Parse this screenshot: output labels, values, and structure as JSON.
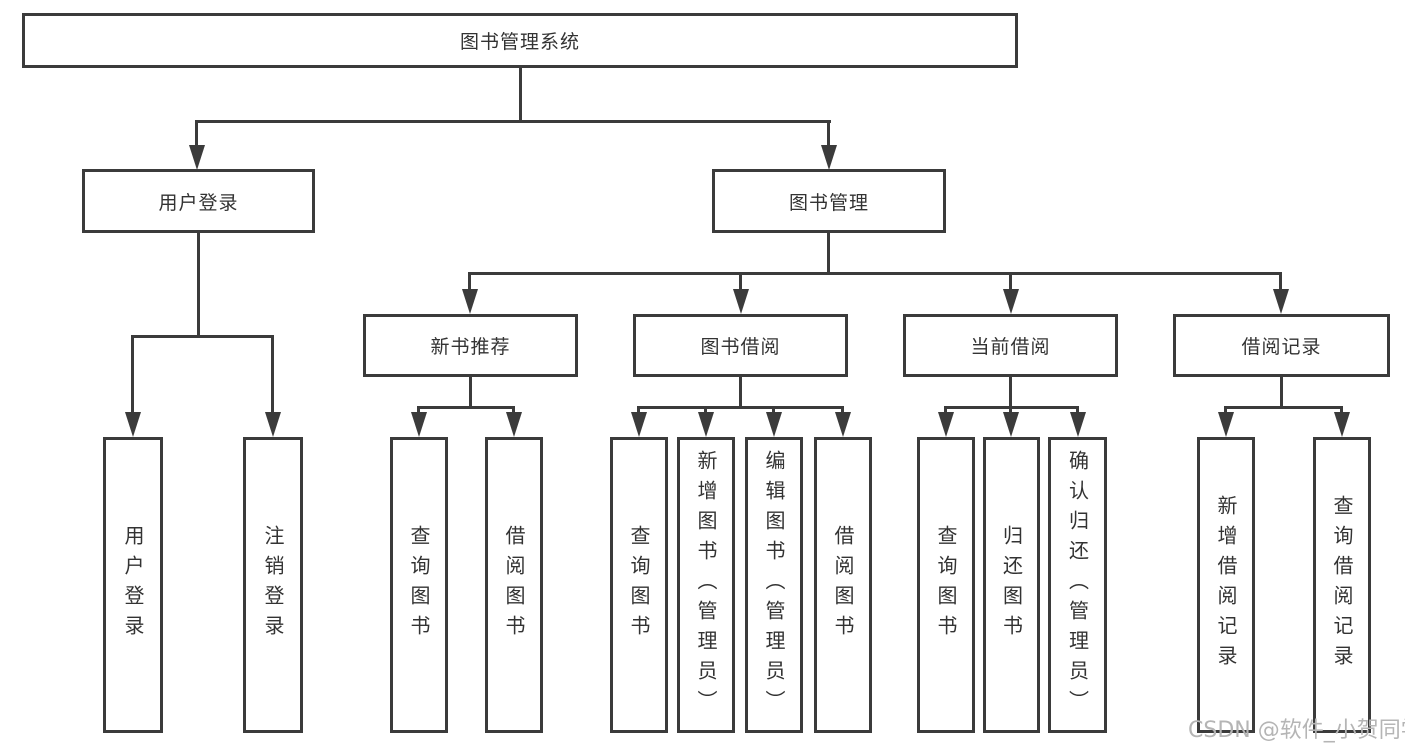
{
  "diagram": {
    "root": {
      "label": "图书管理系统"
    },
    "branches": [
      {
        "label": "用户登录",
        "children": [
          {
            "label": "用户登录"
          },
          {
            "label": "注销登录"
          }
        ]
      },
      {
        "label": "图书管理",
        "children": [
          {
            "label": "新书推荐",
            "children": [
              {
                "label": "查询图书"
              },
              {
                "label": "借阅图书"
              }
            ]
          },
          {
            "label": "图书借阅",
            "children": [
              {
                "label": "查询图书"
              },
              {
                "label": "新增图书（管理员）"
              },
              {
                "label": "编辑图书（管理员）"
              },
              {
                "label": "借阅图书"
              }
            ]
          },
          {
            "label": "当前借阅",
            "children": [
              {
                "label": "查询图书"
              },
              {
                "label": "归还图书"
              },
              {
                "label": "确认归还（管理员）"
              }
            ]
          },
          {
            "label": "借阅记录",
            "children": [
              {
                "label": "新增借阅记录"
              },
              {
                "label": "查询借阅记录"
              }
            ]
          }
        ]
      }
    ]
  },
  "watermark": {
    "text": "CSDN @软件_小贺同学"
  },
  "colors": {
    "line": "#3b3b3b",
    "text": "#333333",
    "watermark": "#b5b5b5",
    "background": "#ffffff"
  }
}
